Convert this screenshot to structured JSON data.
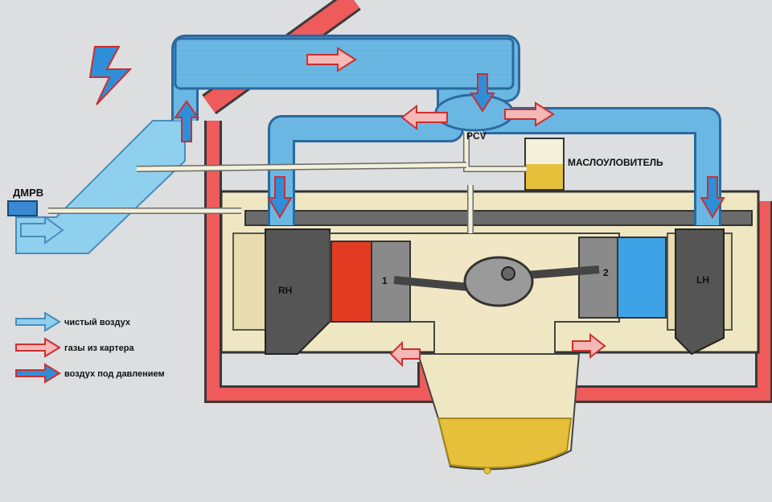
{
  "labels": {
    "maf_sensor": "ДМРВ",
    "pcv": "PCV",
    "oil_catcher": "МАСЛОУЛОВИТЕЛЬ",
    "right_head": "RH",
    "left_head": "LH",
    "cylinder_1": "1",
    "cylinder_2": "2"
  },
  "legend": [
    {
      "label": "чистый воздух",
      "color": "#8fd0ef"
    },
    {
      "label": "газы из картера",
      "color": "#f6b7b7"
    },
    {
      "label": "воздух под давлением",
      "color": "#2f8ed8"
    }
  ],
  "colors": {
    "clean_air": "#8fd0ef",
    "pressurized_air": "#2f8ed8",
    "crankcase_gas": "#ef5a5a",
    "engine_block": "#efe6c2",
    "oil": "#e6c03a",
    "lightning": "#2f8ed8"
  }
}
